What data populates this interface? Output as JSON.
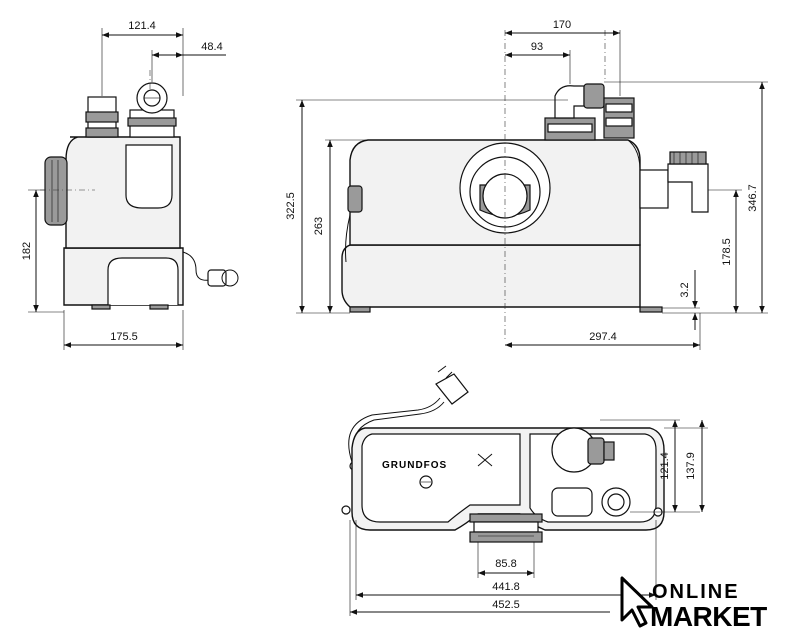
{
  "dimensions": {
    "side_top_width": "121.4",
    "side_top_offset": "48.4",
    "side_height": "182",
    "side_base_width": "175.5",
    "front_top_width": "170",
    "front_top_offset": "93",
    "front_height_total": "322.5",
    "front_height_body": "263",
    "front_height_right_total": "346.7",
    "front_outlet_height": "178.5",
    "front_foot_height": "3.2",
    "front_base_width": "297.4",
    "top_depth_inner": "121.4",
    "top_depth_outer": "137.9",
    "top_outlet_width": "85.8",
    "top_width_inner": "441.8",
    "top_width_outer": "452.5"
  },
  "product_logo": "GRUNDFOS",
  "brand": {
    "line1": "ONLINE",
    "line2": "MARKET"
  }
}
